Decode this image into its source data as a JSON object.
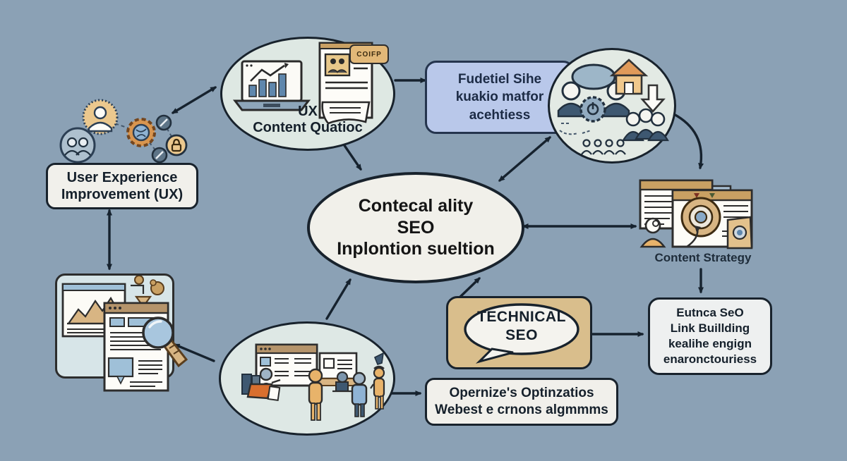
{
  "colors": {
    "background": "#8BA1B5",
    "ellipse_fill": "#E2EAE5",
    "center_ellipse_fill": "#F1F0EA",
    "blue_box_fill": "#B9C8EA",
    "plain_box_fill": "#F1F0EB",
    "technical_box_fill": "#D9BE8C",
    "tan_accent": "#C9A063",
    "orange_accent": "#D96F2E",
    "icon_blue": "#9FC0D8",
    "navy": "#3E5871",
    "arrow": "#16222e"
  },
  "diagram": {
    "topleft_ellipse": {
      "lines": [
        "UX",
        "Content Quatioc"
      ],
      "bubble": "COIFP"
    },
    "blue_box": {
      "lines": [
        "Fudetiel Sihe",
        "kuakio matfor",
        "acehtiess"
      ]
    },
    "ux_box": {
      "lines": [
        "User Experience",
        "Improvement (UX)"
      ]
    },
    "center_ellipse": {
      "lines": [
        "Contecal ality",
        "SEO",
        "Inplontion sueltion"
      ]
    },
    "content_strategy": {
      "label": "Content Strategy"
    },
    "technical_seo": {
      "lines": [
        "TECHNICAL",
        "SEO"
      ]
    },
    "link_box": {
      "lines": [
        "Eutnca SeO",
        "Link Buillding",
        "kealihe engign",
        "enaronctouriess"
      ]
    },
    "bottom_box": {
      "lines": [
        "Opernize's Optinzatios",
        "Webest e crnons algmmms"
      ]
    }
  }
}
